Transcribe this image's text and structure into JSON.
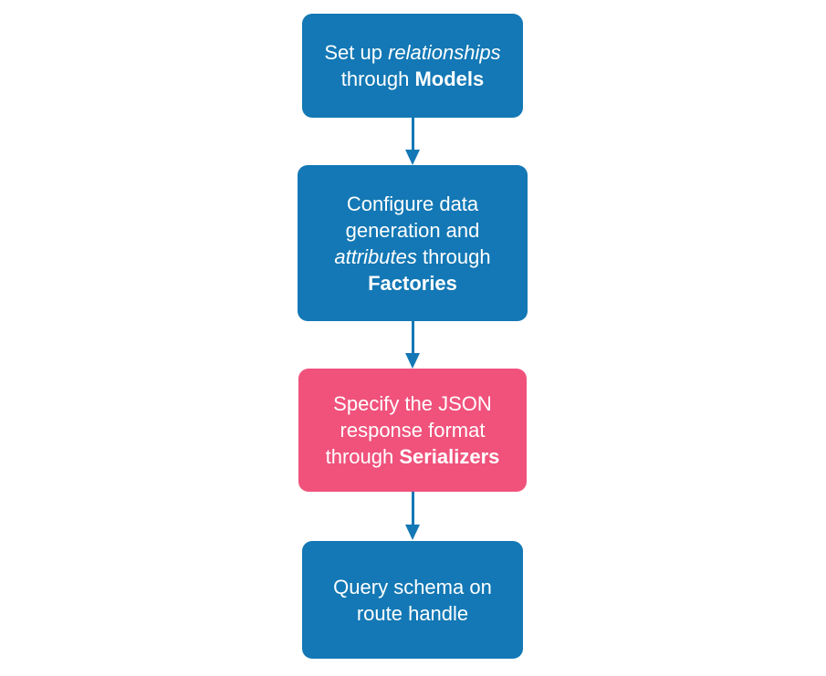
{
  "diagram": {
    "type": "flowchart",
    "direction": "top-down",
    "colors": {
      "background": "#ffffff",
      "node_blue": "#1378b5",
      "node_pink": "#f0527c",
      "arrow": "#1378b5",
      "text": "#ffffff"
    },
    "nodes": [
      {
        "id": "models",
        "fill": "#1378b5",
        "lines": [
          {
            "segments": [
              {
                "text": "Set up ",
                "style": "normal"
              },
              {
                "text": "relationships",
                "style": "italic"
              }
            ]
          },
          {
            "segments": [
              {
                "text": "through ",
                "style": "normal"
              },
              {
                "text": "Models",
                "style": "bold"
              }
            ]
          }
        ]
      },
      {
        "id": "factories",
        "fill": "#1378b5",
        "lines": [
          {
            "segments": [
              {
                "text": "Configure data",
                "style": "normal"
              }
            ]
          },
          {
            "segments": [
              {
                "text": "generation and",
                "style": "normal"
              }
            ]
          },
          {
            "segments": [
              {
                "text": "attributes",
                "style": "italic"
              },
              {
                "text": " through",
                "style": "normal"
              }
            ]
          },
          {
            "segments": [
              {
                "text": "Factories",
                "style": "bold"
              }
            ]
          }
        ]
      },
      {
        "id": "serializers",
        "fill": "#f0527c",
        "lines": [
          {
            "segments": [
              {
                "text": "Specify the JSON",
                "style": "normal"
              }
            ]
          },
          {
            "segments": [
              {
                "text": "response format",
                "style": "normal"
              }
            ]
          },
          {
            "segments": [
              {
                "text": "through ",
                "style": "normal"
              },
              {
                "text": "Serializers",
                "style": "bold"
              }
            ]
          }
        ]
      },
      {
        "id": "route-handle",
        "fill": "#1378b5",
        "lines": [
          {
            "segments": [
              {
                "text": "Query schema on",
                "style": "normal"
              }
            ]
          },
          {
            "segments": [
              {
                "text": "route handle",
                "style": "normal"
              }
            ]
          }
        ]
      }
    ],
    "connectors": [
      {
        "from": "models",
        "to": "factories"
      },
      {
        "from": "factories",
        "to": "serializers"
      },
      {
        "from": "serializers",
        "to": "route-handle"
      }
    ]
  }
}
